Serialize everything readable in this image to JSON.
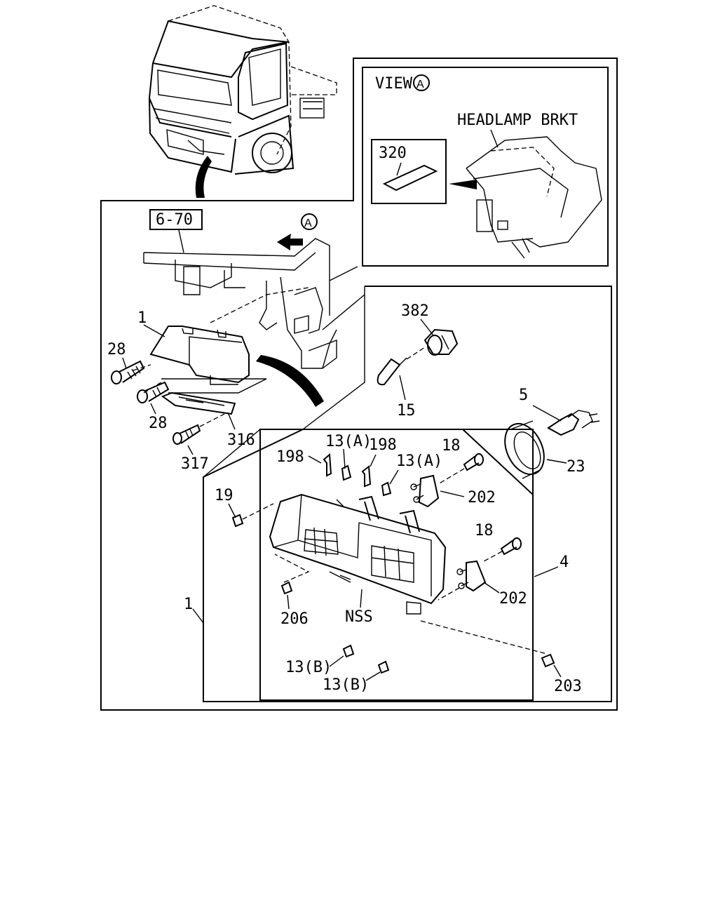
{
  "inset": {
    "view_label": "VIEW",
    "view_marker": "A",
    "bracket_label": "HEADLAMP BRKT",
    "part_320": "320"
  },
  "main": {
    "ref_box": "6-70",
    "view_marker": "A"
  },
  "bulbs": {
    "p382": "382",
    "p15": "15",
    "p5": "5",
    "p23": "23"
  },
  "housing_parts": {
    "p1_top": "1",
    "p28a": "28",
    "p28b": "28",
    "p316": "316",
    "p317": "317"
  },
  "headlamp_assembly": {
    "p198a": "198",
    "p13a_1": "13(A)",
    "p198b": "198",
    "p13a_2": "13(A)",
    "p18a": "18",
    "p202a": "202",
    "p19": "19",
    "p18b": "18",
    "p4": "4",
    "p202b": "202",
    "p1_left": "1",
    "p206": "206",
    "nss": "NSS",
    "p13b_1": "13(B)",
    "p13b_2": "13(B)",
    "p203": "203"
  }
}
